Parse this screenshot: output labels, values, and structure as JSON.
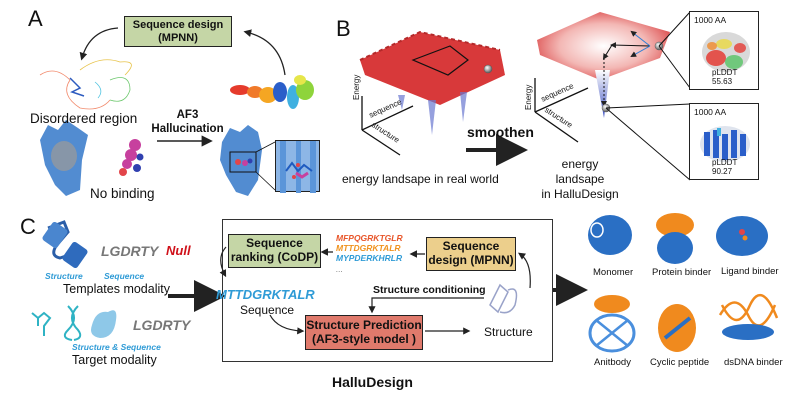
{
  "panels": {
    "A": {
      "letter": "A",
      "seq_design_box": {
        "line1": "Sequence design",
        "line2": "(MPNN)"
      },
      "disordered_label": "Disordered region",
      "no_binding_label": "No binding",
      "arrow_label_line1": "AF3",
      "arrow_label_line2": "Hallucination"
    },
    "B": {
      "letter": "B",
      "axes_left": {
        "energy": "Energy",
        "sequence": "sequence",
        "structure": "structure"
      },
      "axes_right": {
        "energy": "Energy",
        "sequence": "sequence",
        "structure": "structure"
      },
      "real_world_caption": "energy landsape in real world",
      "smoothen_label": "smoothen",
      "hallu_caption_line1": "energy landsape",
      "hallu_caption_line2": "in HalluDesign",
      "inset_top": {
        "length": "1000 AA",
        "plddt": "pLDDT 55.63"
      },
      "inset_bottom": {
        "length": "1000 AA",
        "plddt": "pLDDT 90.27"
      }
    },
    "C": {
      "letter": "C",
      "templates": {
        "seq_text": "LGDRTY",
        "null_text": "Null",
        "structure_label": "Structure",
        "sequence_label": "Sequence",
        "caption": "Templates modality"
      },
      "target": {
        "seq_text": "LGDRTY",
        "label": "Structure & Sequence",
        "caption": "Target modality"
      },
      "workflow": {
        "ranking_box": {
          "line1": "Sequence",
          "line2": "ranking (CoDP)"
        },
        "design_box": {
          "line1": "Sequence",
          "line2": "design (MPNN)"
        },
        "prediction_box": {
          "line1": "Structure Prediction",
          "line2": "(AF3-style model )"
        },
        "candidate_sequences": [
          {
            "text": "MFPQGRKTGLR",
            "color": "#e8562a"
          },
          {
            "text": "MTTDGRKTALR",
            "color": "#f0921e"
          },
          {
            "text": "MYPDERKHRLR",
            "color": "#2f9bd6"
          }
        ],
        "ellipsis": "...",
        "selected_sequence": "MTTDGRKTALR",
        "sequence_label": "Sequence",
        "structure_conditioning": "Structure conditioning",
        "structure_label": "Structure",
        "title": "HalluDesign"
      },
      "outputs": [
        {
          "label": "Monomer"
        },
        {
          "label": "Protein binder"
        },
        {
          "label": "Ligand binder"
        },
        {
          "label": "Anitbody"
        },
        {
          "label": "Cyclic peptide"
        },
        {
          "label": "dsDNA binder"
        }
      ]
    }
  },
  "colors": {
    "green_box": "#c5d6a6",
    "yellow_box": "#eccf8c",
    "red_box": "#e07a6c",
    "accent_blue": "#2f9bd6",
    "null_red": "#d0121b",
    "protein_blue": "#2a6fc4",
    "protein_orange": "#f08a1e",
    "landscape_red": "#d8393a"
  }
}
